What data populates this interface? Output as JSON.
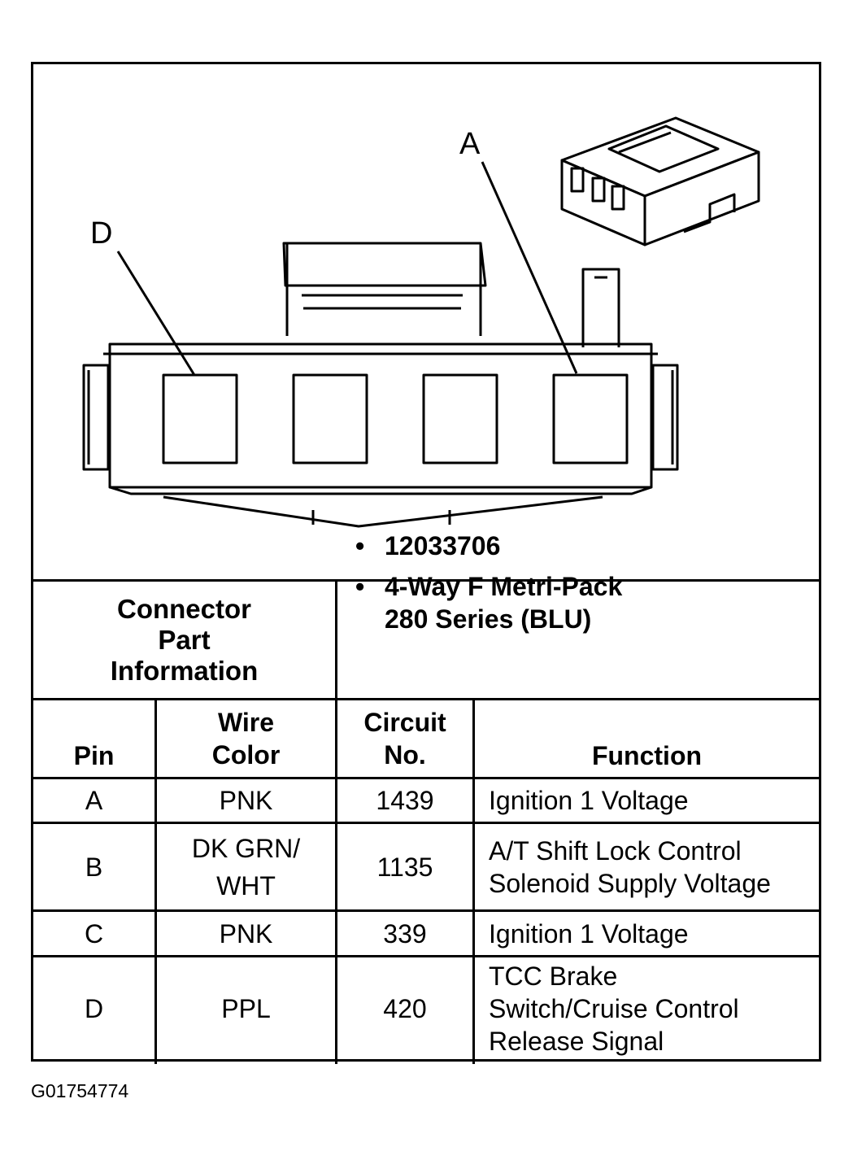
{
  "diagram": {
    "callouts": [
      "A",
      "D"
    ]
  },
  "part_info": {
    "label": "Connector Part Information",
    "items": [
      "12033706",
      "4-Way F Metri-Pack\n280 Series (BLU)"
    ]
  },
  "table": {
    "headers": [
      "Pin",
      "Wire\nColor",
      "Circuit\nNo.",
      "Function"
    ],
    "rows": [
      {
        "pin": "A",
        "color": "PNK",
        "circuit": "1439",
        "function": "Ignition 1 Voltage"
      },
      {
        "pin": "B",
        "color": "DK GRN/\nWHT",
        "circuit": "1135",
        "function": "A/T Shift Lock Control\nSolenoid Supply Voltage"
      },
      {
        "pin": "C",
        "color": "PNK",
        "circuit": "339",
        "function": "Ignition 1 Voltage"
      },
      {
        "pin": "D",
        "color": "PPL",
        "circuit": "420",
        "function": "TCC Brake\nSwitch/Cruise Control\nRelease Signal"
      }
    ]
  },
  "figure_code": "G01754774"
}
